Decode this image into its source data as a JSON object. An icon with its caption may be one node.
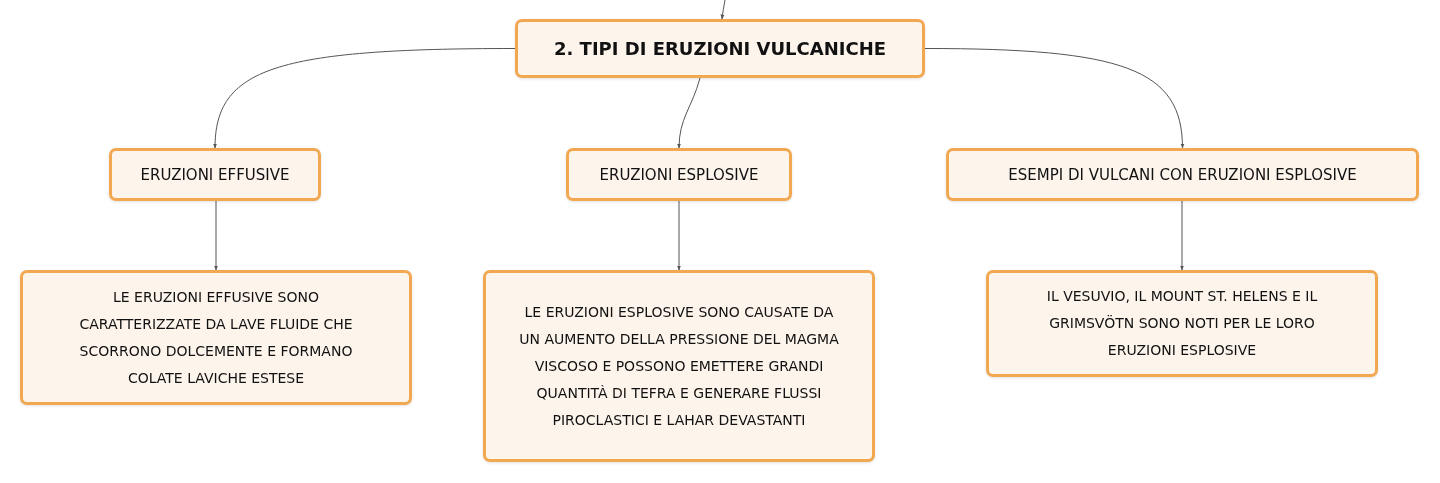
{
  "diagram": {
    "nodes": [
      {
        "text": [
          "2. TIPI DI ERUZIONI VULCANICHE"
        ]
      },
      {
        "text": [
          "ERUZIONI EFFUSIVE"
        ]
      },
      {
        "text": [
          "ERUZIONI ESPLOSIVE"
        ]
      },
      {
        "text": [
          "ESEMPI DI VULCANI CON ERUZIONI ESPLOSIVE"
        ]
      },
      {
        "text": [
          "LE ERUZIONI EFFUSIVE SONO CARATTERIZZATE DA LAVE FLUIDE CHE SCORRONO DOLCEMENTE E FORMANO COLATE LAVICHE ESTESE"
        ]
      },
      {
        "text": [
          "LE ERUZIONI ESPLOSIVE SONO CAUSATE DA UN AUMENTO DELLA PRESSIONE DEL MAGMA VISCOSO E POSSONO EMETTERE GRANDI QUANTITÀ DI TEFRA E GENERARE FLUSSI PIROCLASTICI E LAHAR DEVASTANTI"
        ]
      },
      {
        "text": [
          "IL VESUVIO, IL MOUNT ST. HELENS E IL GRIMSVÖTN SONO NOTI PER LE LORO ERUZIONI ESPLOSIVE"
        ]
      }
    ],
    "edges": [
      {
        "from": null,
        "to": 0,
        "arrow": "to"
      },
      {
        "from": 0,
        "to": 1,
        "arrow": "to"
      },
      {
        "from": 0,
        "to": 2,
        "arrow": "to"
      },
      {
        "from": 0,
        "to": 3,
        "arrow": "to"
      },
      {
        "from": 1,
        "to": 4,
        "arrow": "to"
      },
      {
        "from": 2,
        "to": 5,
        "arrow": "to"
      },
      {
        "from": 3,
        "to": 6,
        "arrow": "to"
      }
    ]
  }
}
